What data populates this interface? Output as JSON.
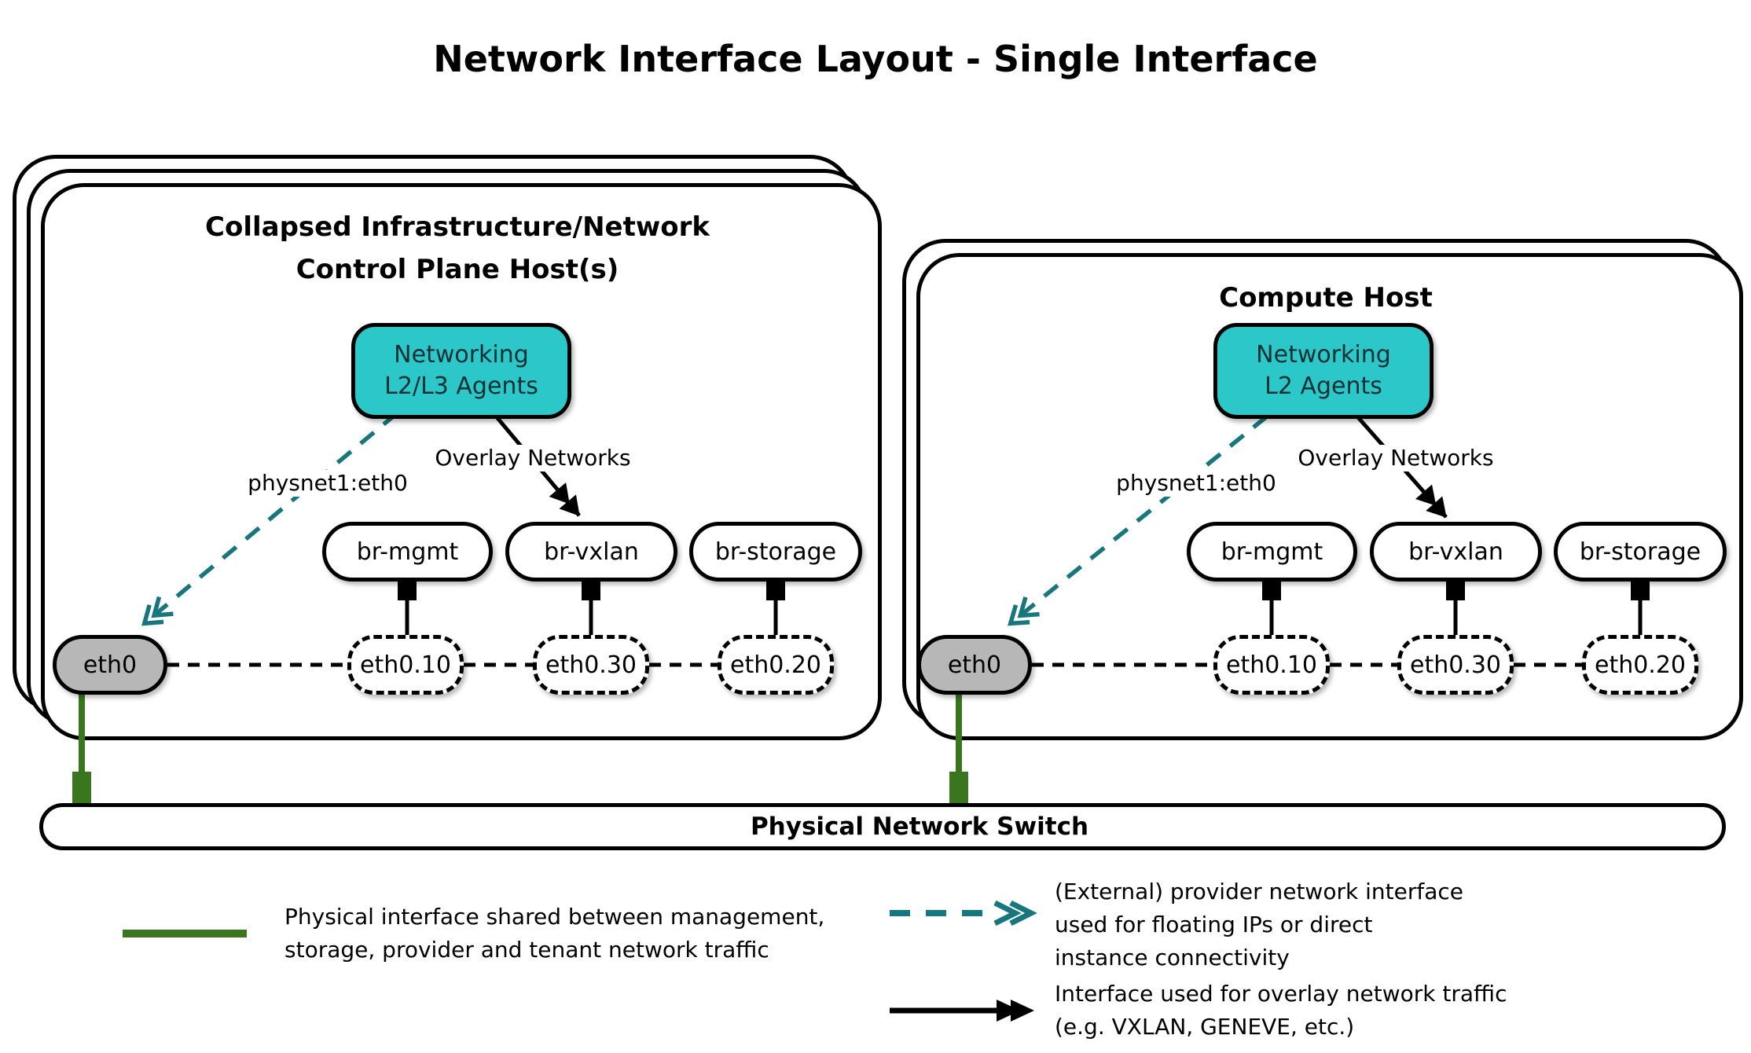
{
  "title": "Network Interface Layout - Single Interface",
  "hosts": [
    {
      "title_line1": "Collapsed Infrastructure/Network",
      "title_line2": "Control Plane Host(s)",
      "agent": {
        "line1": "Networking",
        "line2": "L2/L3 Agents"
      },
      "provider_label": "physnet1:eth0",
      "overlay_label": "Overlay Networks",
      "bridges": [
        "br-mgmt",
        "br-vxlan",
        "br-storage"
      ],
      "physical_interface": "eth0",
      "vlans": [
        "eth0.10",
        "eth0.30",
        "eth0.20"
      ]
    },
    {
      "title_line1": "Compute Host",
      "agent": {
        "line1": "Networking",
        "line2": "L2 Agents"
      },
      "provider_label": "physnet1:eth0",
      "overlay_label": "Overlay Networks",
      "bridges": [
        "br-mgmt",
        "br-vxlan",
        "br-storage"
      ],
      "physical_interface": "eth0",
      "vlans": [
        "eth0.10",
        "eth0.30",
        "eth0.20"
      ]
    }
  ],
  "switch_label": "Physical Network Switch",
  "legend": [
    {
      "swatch": "green-solid-line",
      "lines": [
        "Physical interface shared between management,",
        "storage, provider and tenant network traffic"
      ]
    },
    {
      "swatch": "teal-dashed-double-arrow",
      "lines": [
        "(External) provider network interface",
        "used for floating IPs or direct",
        "instance connectivity"
      ]
    },
    {
      "swatch": "black-solid-double-arrow",
      "lines": [
        "Interface used for overlay network traffic",
        "(e.g. VXLAN, GENEVE, etc.)"
      ]
    }
  ],
  "colors": {
    "teal_fill": "#2cc7c9",
    "teal_line": "#17777c",
    "green_line": "#3a761d",
    "gray_fill": "#b7b7b7",
    "agent_text": "#103033",
    "border": "#000000"
  }
}
